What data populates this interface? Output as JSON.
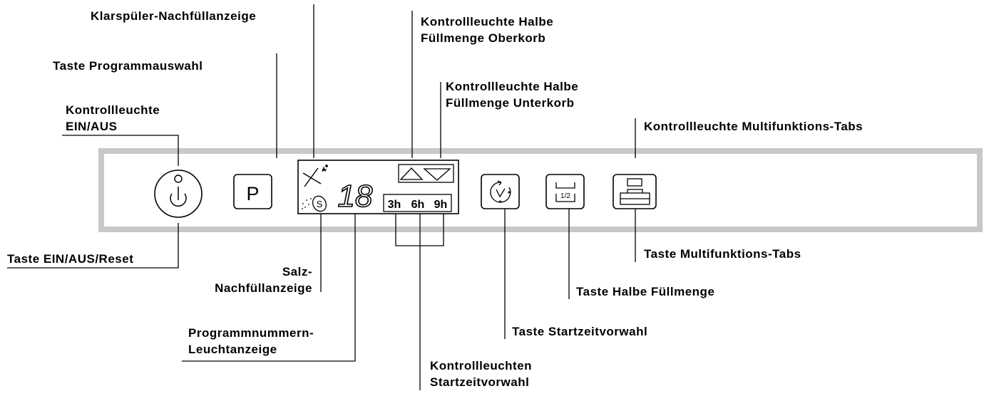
{
  "labels": {
    "klarspueler": "Klarspüler-Nachfüllanzeige",
    "programmauswahl": "Taste Programmauswahl",
    "einaus_light": [
      "Kontrollleuchte",
      "EIN/AUS"
    ],
    "halbe_oberkorb": [
      "Kontrollleuchte Halbe",
      "Füllmenge Oberkorb"
    ],
    "halbe_unterkorb": [
      "Kontrollleuchte Halbe",
      "Füllmenge Unterkorb"
    ],
    "multitabs_light": "Kontrollleuchte Multifunktions-Tabs",
    "einaus_reset": "Taste EIN/AUS/Reset",
    "salz": [
      "Salz-",
      "Nachfüllanzeige"
    ],
    "programmnummern": [
      "Programmnummern-",
      "Leuchtanzeige"
    ],
    "startzeit_lights": [
      "Kontrollleuchten",
      "Startzeitvorwahl"
    ],
    "startzeit_button": "Taste Startzeitvorwahl",
    "halbe_button": "Taste Halbe Füllmenge",
    "multitabs_button": "Taste Multifunktions-Tabs"
  },
  "panel": {
    "program_key": "P",
    "digits": "18",
    "timer_3h": "3h",
    "timer_6h": "6h",
    "timer_9h": "9h",
    "salt_symbol": "S",
    "half_load": "1/2"
  }
}
